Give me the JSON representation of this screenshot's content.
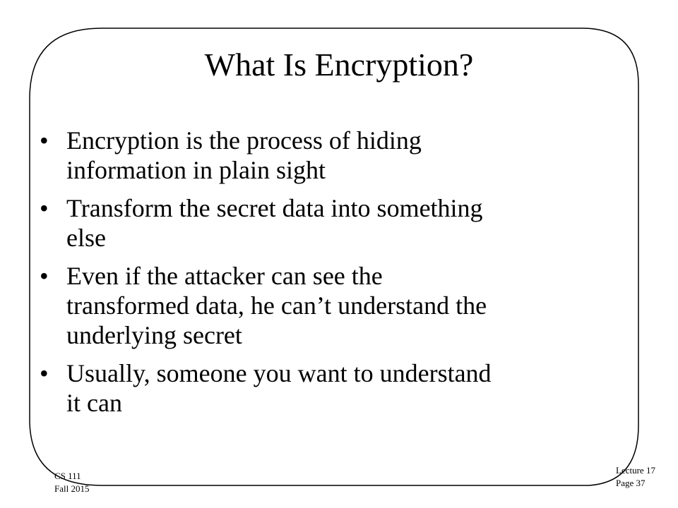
{
  "slide": {
    "title": "What Is Encryption?",
    "bullets": [
      {
        "lines": [
          "Encryption is the process of hiding",
          "information in plain sight"
        ]
      },
      {
        "lines": [
          "Transform the secret data into something",
          "else"
        ]
      },
      {
        "lines": [
          "Even if the attacker can see the",
          "transformed data, he can’t understand the",
          "underlying secret"
        ]
      },
      {
        "lines": [
          "Usually, someone you want to understand",
          "it can"
        ]
      }
    ],
    "bullet_glyph": "•"
  },
  "footer": {
    "course": "CS 111",
    "term": "Fall 2015",
    "lecture": "Lecture 17",
    "page": "Page 37"
  }
}
